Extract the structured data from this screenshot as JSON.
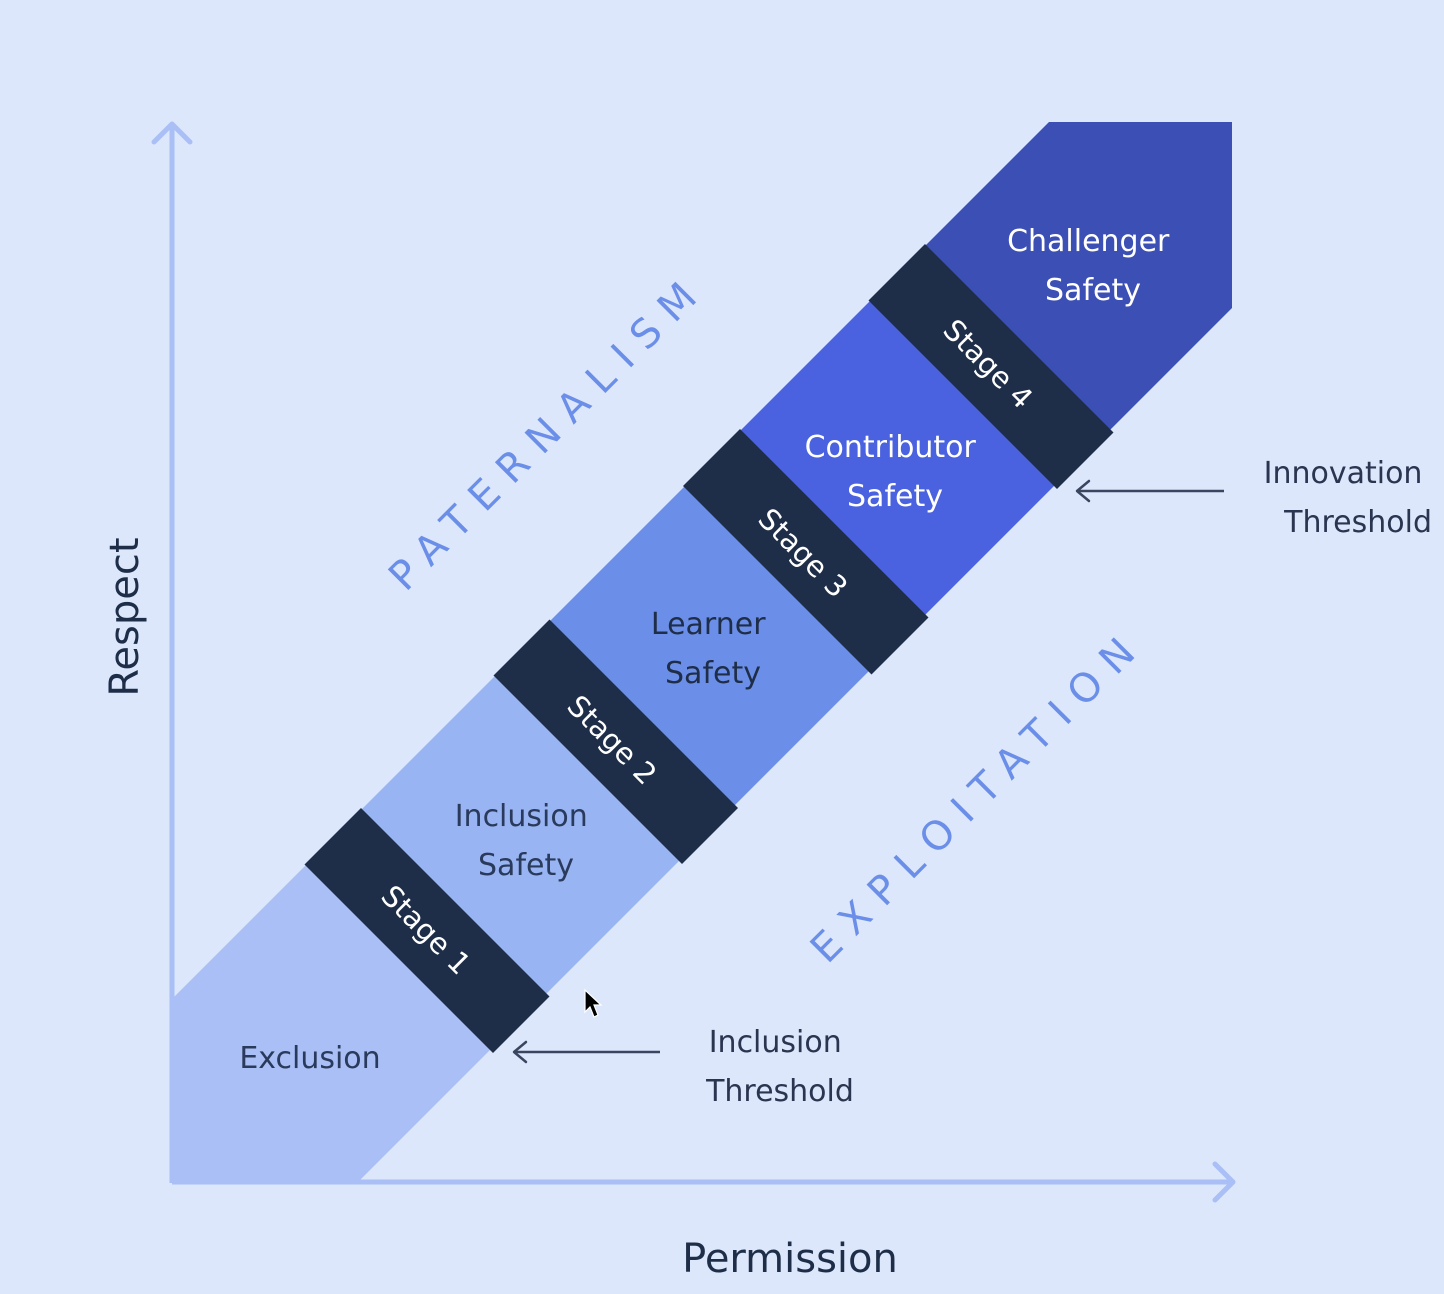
{
  "axes": {
    "x_title": "Permission",
    "y_title": "Respect"
  },
  "zones": {
    "upper": "PATERNALISM",
    "lower": "EXPLOITATION"
  },
  "bands": [
    {
      "id": "exclusion",
      "lines": [
        "Exclusion"
      ],
      "color": "#a9bff5",
      "text_color": "#2a3a5c"
    },
    {
      "id": "inclusion-safety",
      "lines": [
        "Inclusion",
        "Safety"
      ],
      "color": "#98b4f2",
      "text_color": "#2a3a5c"
    },
    {
      "id": "learner-safety",
      "lines": [
        "Learner",
        "Safety"
      ],
      "color": "#6b8fe8",
      "text_color": "#1f2e48"
    },
    {
      "id": "contributor-safety",
      "lines": [
        "Contributor",
        "Safety"
      ],
      "color": "#4a62e0",
      "text_color": "#ffffff"
    },
    {
      "id": "challenger-safety",
      "lines": [
        "Challenger",
        "Safety"
      ],
      "color": "#3b4fb5",
      "text_color": "#ffffff"
    }
  ],
  "stages": [
    {
      "label": "Stage 1"
    },
    {
      "label": "Stage 2"
    },
    {
      "label": "Stage 3"
    },
    {
      "label": "Stage 4"
    }
  ],
  "thresholds": [
    {
      "id": "inclusion-threshold",
      "lines": [
        "Inclusion",
        "Threshold"
      ],
      "points_to": "Stage 1"
    },
    {
      "id": "innovation-threshold",
      "lines": [
        "Innovation",
        "Threshold"
      ],
      "points_to": "Stage 4"
    }
  ],
  "colors": {
    "background": "#dce7fb",
    "axis": "#a9bff5",
    "stage_bar": "#1f2e48",
    "zone_text": "#6b8fe8",
    "threshold_arrow": "#3a4660"
  }
}
